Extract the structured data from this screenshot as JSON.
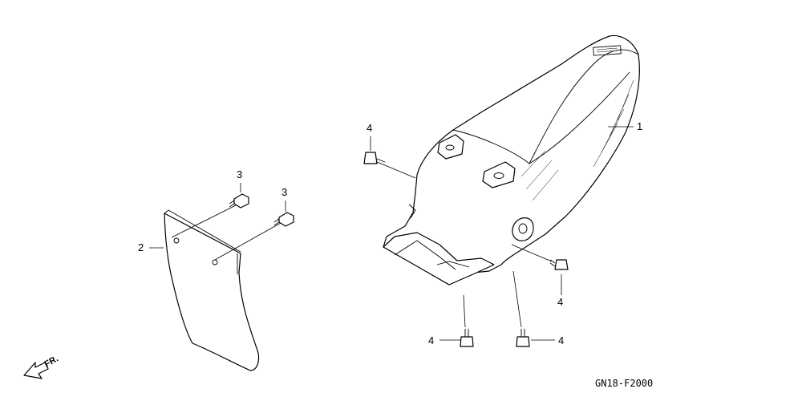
{
  "callouts": [
    {
      "id": "fender",
      "label": "1"
    },
    {
      "id": "mud-flap",
      "label": "2"
    },
    {
      "id": "flap-bolt-upper",
      "label": "3"
    },
    {
      "id": "flap-bolt-lower",
      "label": "3"
    },
    {
      "id": "fender-bolt-top",
      "label": "4"
    },
    {
      "id": "fender-bolt-side",
      "label": "4"
    },
    {
      "id": "fender-bolt-bottom-left",
      "label": "4"
    },
    {
      "id": "fender-bolt-bottom-right",
      "label": "4"
    }
  ],
  "direction_label": "FR.",
  "diagram_code": "GN18-F2000"
}
